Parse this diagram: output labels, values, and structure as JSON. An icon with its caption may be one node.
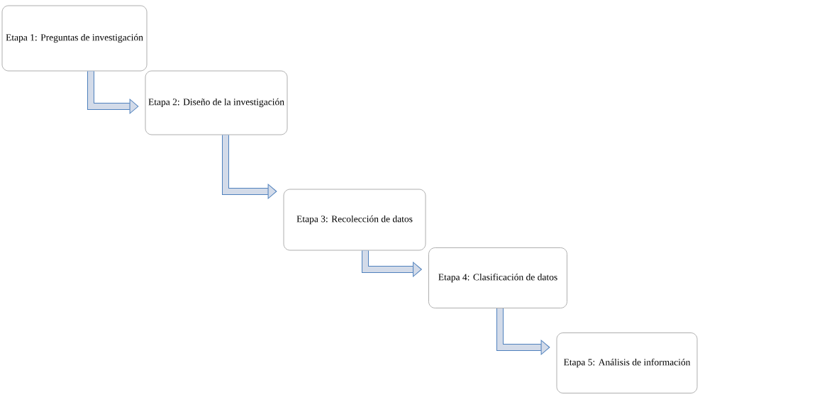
{
  "diagram": {
    "nodes": [
      {
        "text": [
          "Etapa 1: Preguntas de investigación"
        ]
      },
      {
        "text": [
          "Etapa 2: Diseño de la investigación"
        ]
      },
      {
        "text": [
          "Etapa 3: Recolección de datos"
        ]
      },
      {
        "text": [
          "Etapa 4: Clasificación de datos"
        ]
      },
      {
        "text": [
          "Etapa 5: Análisis de información"
        ]
      }
    ],
    "edges": [
      {
        "from": 0,
        "to": 1,
        "arrow": "to"
      },
      {
        "from": 1,
        "to": 2,
        "arrow": "to"
      },
      {
        "from": 2,
        "to": 3,
        "arrow": "to"
      },
      {
        "from": 3,
        "to": 4,
        "arrow": "to"
      }
    ]
  }
}
